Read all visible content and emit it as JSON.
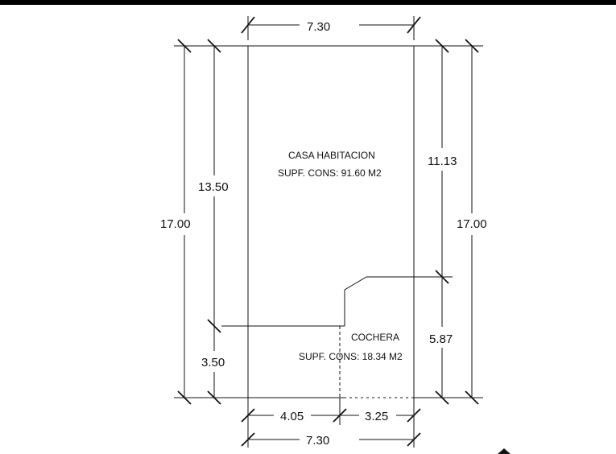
{
  "drawing": {
    "casa_label": "CASA HABITACION",
    "casa_area": "SUPF. CONS: 91.60 M2",
    "cochera_label": "COCHERA",
    "cochera_area": "SUPF. CONS: 18.34 M2"
  },
  "dimensions": {
    "top_width": "7.30",
    "bottom_width": "7.30",
    "bottom_left": "4.05",
    "bottom_right": "3.25",
    "left_total": "17.00",
    "left_upper": "13.50",
    "left_lower": "3.50",
    "right_total": "17.00",
    "right_upper": "11.13",
    "right_lower": "5.87"
  },
  "colors": {
    "line": "#111111",
    "background": "#ffffff"
  }
}
